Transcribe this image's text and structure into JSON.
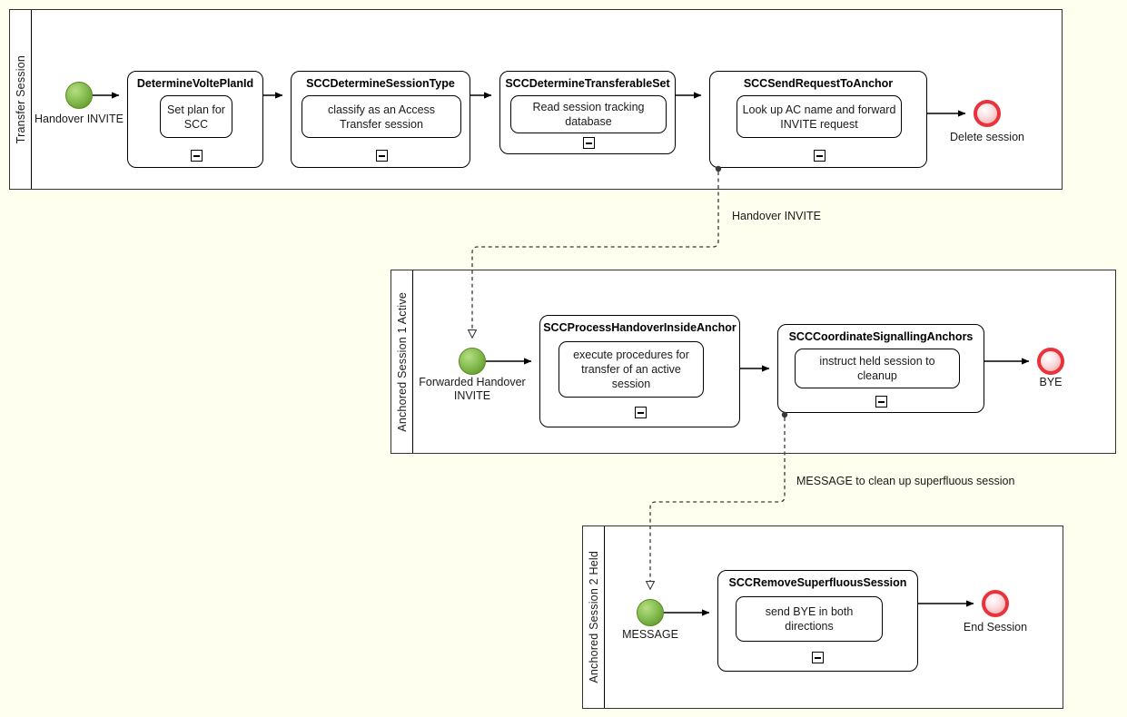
{
  "diagram": {
    "type": "bpmn-collaboration",
    "background_color": "#ffffef",
    "lane_fill": "#ffffff",
    "start_event_color": "#8dc45a",
    "end_event_color": "#e8323c"
  },
  "lanes": [
    {
      "id": "lane-transfer-session",
      "label": "Transfer Session"
    },
    {
      "id": "lane-anchored-session-1-active",
      "label": "Anchored Session 1 Active"
    },
    {
      "id": "lane-anchored-session-2-held",
      "label": "Anchored Session 2 Held"
    }
  ],
  "lane1": {
    "start_event": {
      "label": "Handover INVITE",
      "icon": "start-event-circle"
    },
    "tasks": [
      {
        "title": "DetermineVoltePlanId",
        "description": "Set plan for SCC",
        "marker": "collapsed-subprocess-minus"
      },
      {
        "title": "SCCDetermineSessionType",
        "description": "classify as an Access Transfer session",
        "marker": "collapsed-subprocess-minus"
      },
      {
        "title": "SCCDetermineTransferableSet",
        "description": "Read session tracking database",
        "marker": "collapsed-subprocess-minus"
      },
      {
        "title": "SCCSendRequestToAnchor",
        "description": "Look up AC name and forward INVITE request",
        "marker": "collapsed-subprocess-minus"
      }
    ],
    "end_event": {
      "label": "Delete session",
      "icon": "end-event-circle"
    }
  },
  "lane2": {
    "start_event": {
      "label": "Forwarded Handover\nINVITE",
      "icon": "start-event-circle"
    },
    "tasks": [
      {
        "title": "SCCProcessHandoverInsideAnchor",
        "description": "execute procedures for transfer of an active session",
        "marker": "collapsed-subprocess-minus"
      },
      {
        "title": "SCCCoordinateSignallingAnchors",
        "description": "instruct held session to cleanup",
        "marker": "collapsed-subprocess-minus"
      }
    ],
    "end_event": {
      "label": "BYE",
      "icon": "end-event-circle"
    }
  },
  "lane3": {
    "start_event": {
      "label": "MESSAGE",
      "icon": "start-event-circle"
    },
    "tasks": [
      {
        "title": "SCCRemoveSuperfluousSession",
        "description": "send BYE in both directions",
        "marker": "collapsed-subprocess-minus"
      }
    ],
    "end_event": {
      "label": "End Session",
      "icon": "end-event-circle"
    }
  },
  "message_flows": [
    {
      "id": "mf-handover-invite",
      "label": "Handover INVITE"
    },
    {
      "id": "mf-message-cleanup",
      "label": "MESSAGE to clean up superfluous session"
    }
  ]
}
